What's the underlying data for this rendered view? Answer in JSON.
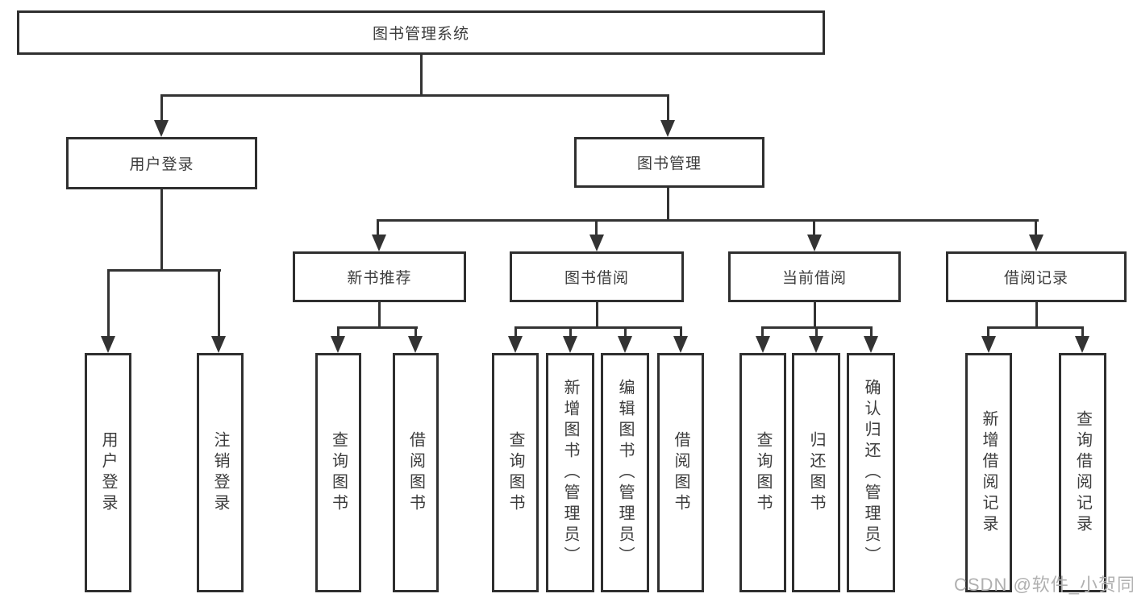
{
  "colors": {
    "line": "#333333",
    "box_border": "#2f2f2f",
    "text": "#3c3c3c",
    "watermark": "#b0b0b0",
    "background": "#ffffff"
  },
  "tree": {
    "root": {
      "label": "图书管理系统"
    },
    "user_login": {
      "label": "用户登录",
      "children": {
        "login": {
          "label": "用户登录"
        },
        "logout": {
          "label": "注销登录"
        }
      }
    },
    "book_management": {
      "label": "图书管理",
      "children": {
        "new_book_recommend": {
          "label": "新书推荐",
          "children": {
            "query_books": {
              "label": "查询图书"
            },
            "borrow_books": {
              "label": "借阅图书"
            }
          }
        },
        "book_borrowing": {
          "label": "图书借阅",
          "children": {
            "query_books": {
              "label": "查询图书"
            },
            "add_books": {
              "label": "新增图书（管理员）"
            },
            "edit_books": {
              "label": "编辑图书（管理员）"
            },
            "borrow_books": {
              "label": "借阅图书"
            }
          }
        },
        "current_borrowing": {
          "label": "当前借阅",
          "children": {
            "query_books": {
              "label": "查询图书"
            },
            "return_books": {
              "label": "归还图书"
            },
            "confirm_return": {
              "label": "确认归还（管理员）"
            }
          }
        },
        "borrowing_records": {
          "label": "借阅记录",
          "children": {
            "add_record": {
              "label": "新增借阅记录"
            },
            "query_record": {
              "label": "查询借阅记录"
            }
          }
        }
      }
    }
  },
  "watermark": {
    "text": "CSDN @软件_小贺同学"
  }
}
